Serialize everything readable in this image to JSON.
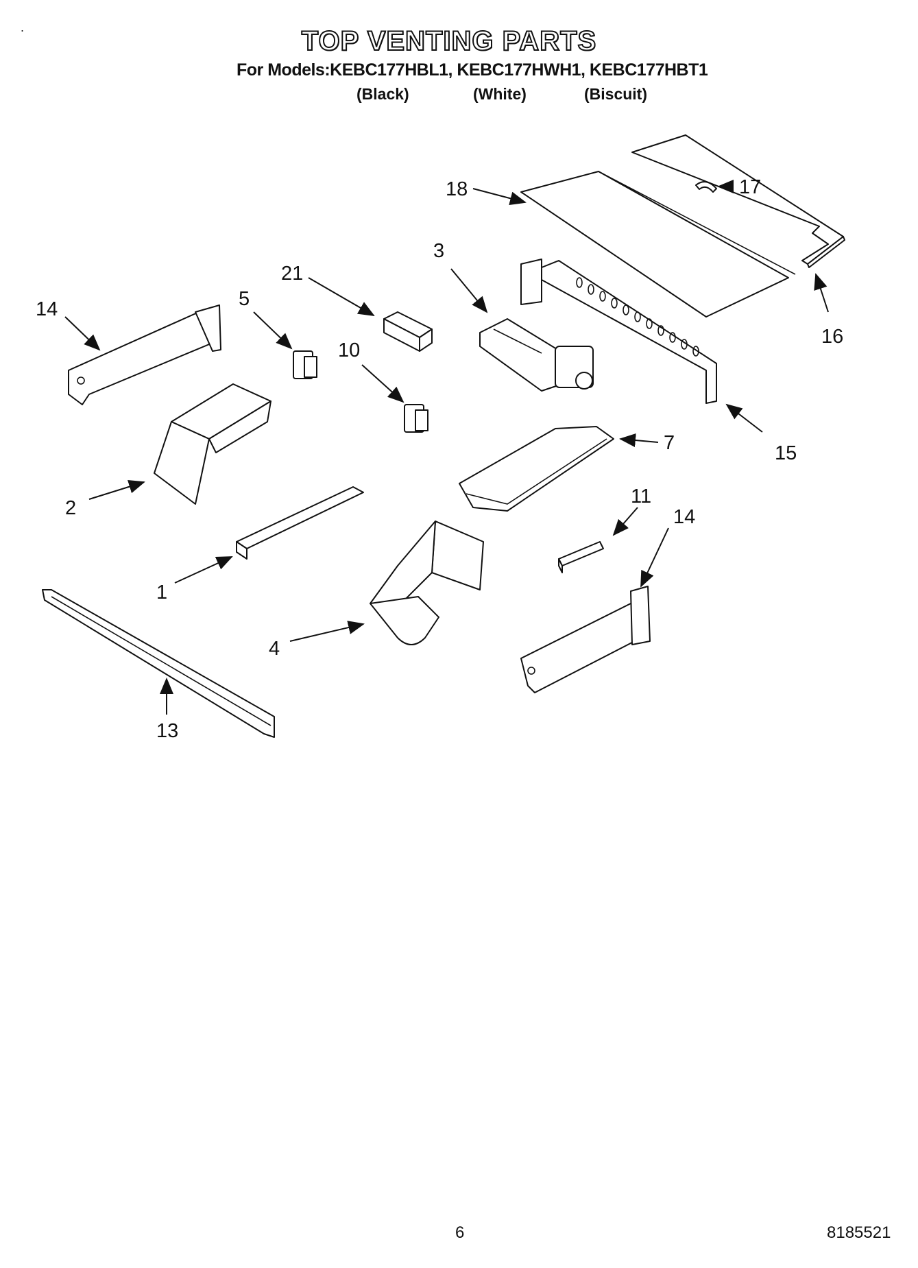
{
  "header": {
    "title": "TOP VENTING PARTS",
    "models": "For Models:KEBC177HBL1, KEBC177HWH1, KEBC177HBT1",
    "color_black": "(Black)",
    "color_white": "(White)",
    "color_biscuit": "(Biscuit)"
  },
  "callouts": {
    "p1": "1",
    "p2": "2",
    "p3": "3",
    "p4": "4",
    "p5": "5",
    "p7": "7",
    "p10": "10",
    "p11": "11",
    "p13": "13",
    "p14a": "14",
    "p14b": "14",
    "p15": "15",
    "p16": "16",
    "p17": "17",
    "p18": "18",
    "p21": "21"
  },
  "footer": {
    "page_number": "6",
    "doc_number": "8185521"
  }
}
